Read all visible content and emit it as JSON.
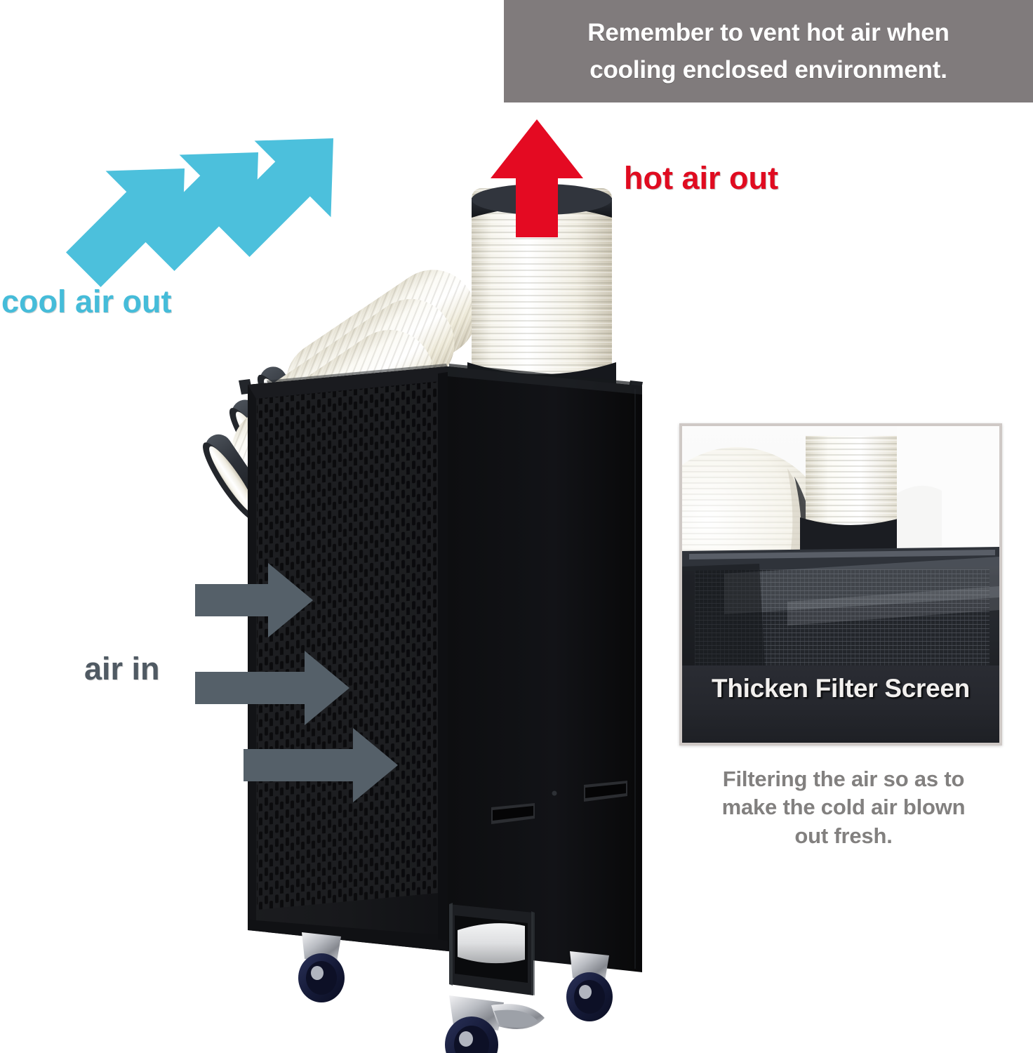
{
  "notice": {
    "line1": "Remember to vent hot air when",
    "line2": "cooling enclosed environment.",
    "bg_color": "#807b7c",
    "text_color": "#ffffff"
  },
  "callouts": {
    "hot_air": {
      "label": "hot air out",
      "color": "#e00b20"
    },
    "cool_air": {
      "label": "cool air out",
      "color": "#45bcd9"
    },
    "air_in": {
      "label": "air in",
      "color": "#505a63"
    }
  },
  "arrows": {
    "hot_air_out": {
      "count": 1,
      "direction": "up",
      "color": "#e00b20"
    },
    "cool_air_out": {
      "count": 3,
      "direction": "up-left",
      "color": "#4cc0dc"
    },
    "air_in": {
      "count": 3,
      "direction": "right",
      "color": "#556069"
    }
  },
  "product": {
    "name": "portable-spot-air-conditioner",
    "body_color": "#121214",
    "duct_color": "#f4f1e6",
    "collar_color": "#2d3138",
    "caster_color": "#1d2340",
    "flex_ducts": 3,
    "exhaust_ducts": 1,
    "casters": 3,
    "side_handles": 2
  },
  "inset": {
    "caption": "Thicken Filter Screen",
    "caption_bg": "#25272d",
    "caption_color": "#f2f0ee",
    "border_color": "#cfc9c6",
    "description_lines": [
      "Filtering the air so as to",
      "make the cold air blown",
      "out fresh."
    ],
    "description_color": "#82807f"
  }
}
